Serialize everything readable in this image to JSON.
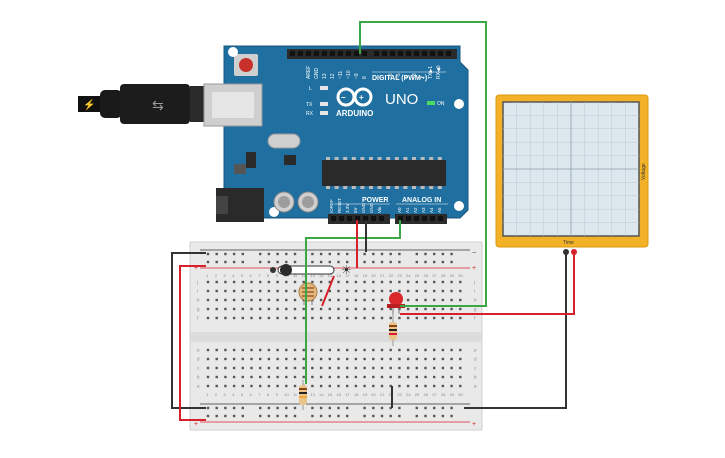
{
  "arduino": {
    "brand": "ARDUINO",
    "model": "UNO",
    "digital_label": "DIGITAL (PWM~)",
    "power_label": "POWER",
    "analog_label": "ANALOG IN",
    "on_label": "ON",
    "led_l": "L",
    "led_tx": "TX",
    "led_rx": "RX",
    "aref": "AREF",
    "gnd": "GND",
    "pins": {
      "d13": "13",
      "d12": "12",
      "d11": "~11",
      "d10": "~10",
      "d9": "~9",
      "d8": "8",
      "d7": "7",
      "d6": "~6",
      "d5": "~5",
      "d4": "4",
      "d3": "~3",
      "d2": "2",
      "d1": "TX▶1",
      "d0": "RX◀0",
      "ioref": "IOREF",
      "reset": "RESET",
      "v33": "3.3V",
      "v5": "5V",
      "gnd1": "GND",
      "gnd2": "GND",
      "vin": "Vin",
      "a0": "A0",
      "a1": "A1",
      "a2": "A2",
      "a3": "A3",
      "a4": "A4",
      "a5": "A5"
    }
  },
  "oscilloscope": {
    "x_label": "Time",
    "y_label": "Voltage"
  },
  "breadboard": {
    "col_numbers": [
      "1",
      "2",
      "3",
      "4",
      "5",
      "6",
      "7",
      "8",
      "9",
      "10",
      "11",
      "12",
      "13",
      "14",
      "15",
      "16",
      "17",
      "18",
      "19",
      "20",
      "21",
      "22",
      "23",
      "24",
      "25",
      "26",
      "27",
      "28",
      "29",
      "30"
    ],
    "rows_top": [
      "j",
      "i",
      "h",
      "g",
      "f"
    ],
    "rows_bottom": [
      "e",
      "d",
      "c",
      "b",
      "a"
    ],
    "rail_plus": "+",
    "rail_minus": "−"
  },
  "colors": {
    "arduino_board": "#1f6fa0",
    "header": "#2b2b2b",
    "scope_frame": "#f2b127",
    "scope_screen": "#dde8ee",
    "wire_green": "#3aa845",
    "wire_red": "#d6202a",
    "wire_black": "#333333",
    "breadboard": "#e9e9e9",
    "led_red": "#d8282c"
  }
}
